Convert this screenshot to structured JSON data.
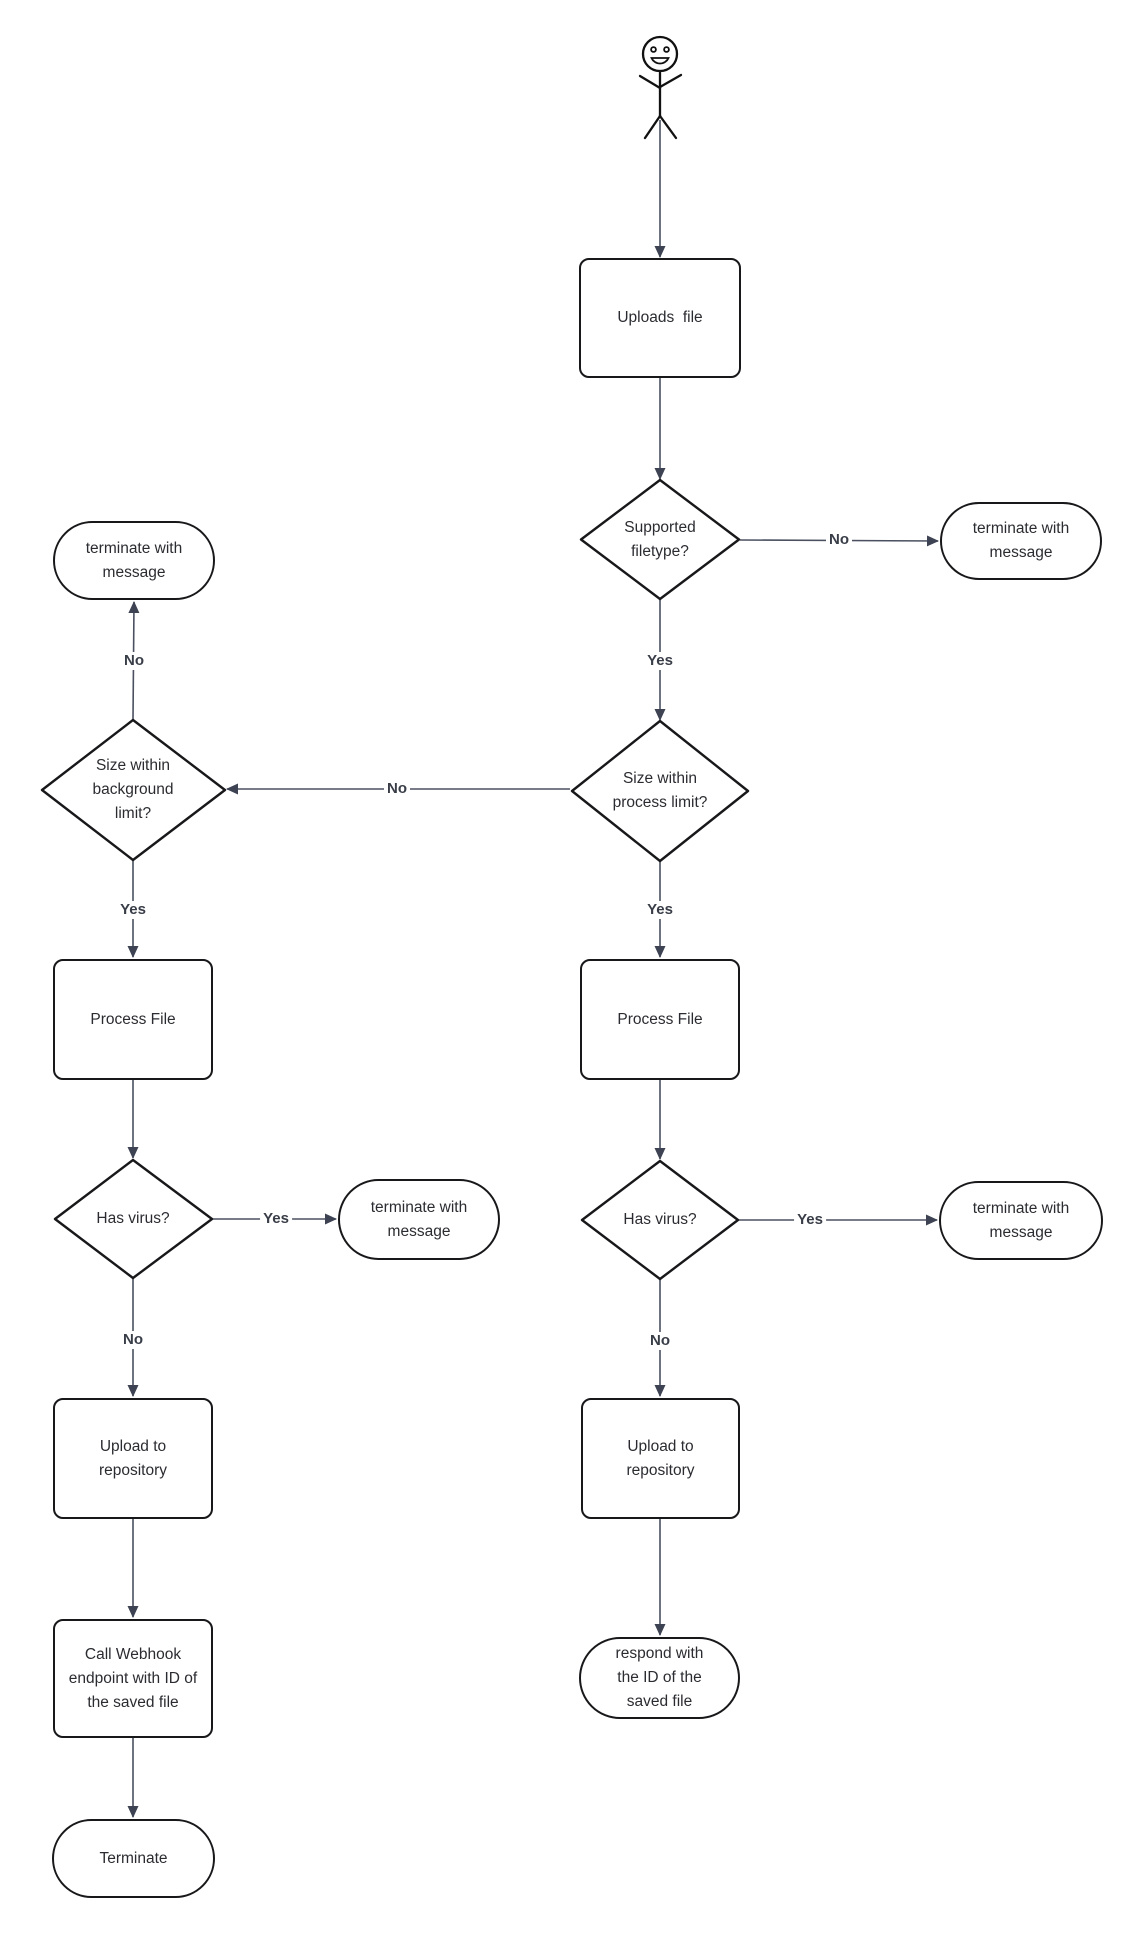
{
  "diagram": {
    "type": "flowchart",
    "background": "#ffffff",
    "colors": {
      "node_border": "#18181b",
      "node_fill": "#ffffff",
      "node_text": "#2b2c31",
      "edge_line": "#4a5060",
      "arrowhead": "#3d4352",
      "edge_label_text": "#383d47"
    },
    "actor": {
      "icon": "smiley-stick-figure"
    },
    "nodes": {
      "uploads": {
        "shape": "rounded-rectangle",
        "label": "Uploads  file"
      },
      "supported_filetype": {
        "shape": "diamond",
        "label": "Supported filetype?"
      },
      "terminate_top_right": {
        "shape": "stadium",
        "label": "terminate with message"
      },
      "terminate_top_left": {
        "shape": "stadium",
        "label": "terminate with message"
      },
      "size_process": {
        "shape": "diamond",
        "label": "Size within process limit?"
      },
      "size_background": {
        "shape": "diamond",
        "label": "Size within background limit?"
      },
      "process_file_left": {
        "shape": "rounded-rectangle",
        "label": "Process File"
      },
      "process_file_right": {
        "shape": "rounded-rectangle",
        "label": "Process File"
      },
      "has_virus_left": {
        "shape": "diamond",
        "label": "Has virus?"
      },
      "has_virus_right": {
        "shape": "diamond",
        "label": "Has virus?"
      },
      "terminate_mid_left": {
        "shape": "stadium",
        "label": "terminate with message"
      },
      "terminate_mid_right": {
        "shape": "stadium",
        "label": "terminate with message"
      },
      "upload_repo_left": {
        "shape": "rounded-rectangle",
        "label": "Upload to repository"
      },
      "upload_repo_right": {
        "shape": "rounded-rectangle",
        "label": "Upload to repository"
      },
      "call_webhook": {
        "shape": "rounded-rectangle",
        "label": "Call Webhook endpoint with ID of the saved file"
      },
      "respond_id": {
        "shape": "stadium",
        "label": "respond with the ID of the saved file"
      },
      "terminate_end": {
        "shape": "stadium",
        "label": "Terminate"
      }
    },
    "edge_labels": {
      "filetype_no": "No",
      "filetype_yes": "Yes",
      "process_limit_no": "No",
      "process_limit_yes": "Yes",
      "background_limit_no": "No",
      "background_limit_yes": "Yes",
      "virus_left_yes": "Yes",
      "virus_left_no": "No",
      "virus_right_yes": "Yes",
      "virus_right_no": "No"
    }
  }
}
